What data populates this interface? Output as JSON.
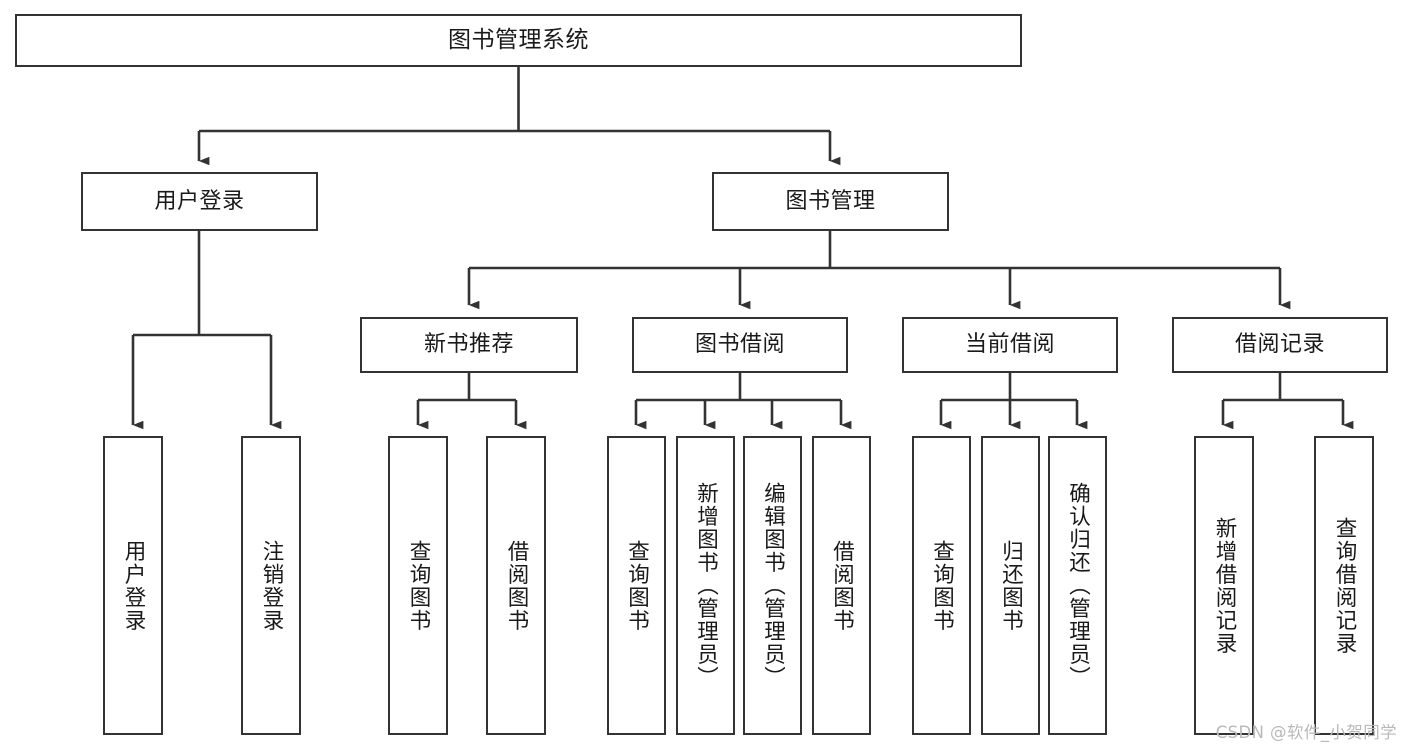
{
  "diagram": {
    "title": "图书管理系统",
    "type": "tree-hierarchy-chart",
    "watermark": "CSDN @软件_小贺同学",
    "colors": {
      "background": "#ffffff",
      "stroke": "#333333",
      "text": "#1a1a1a",
      "watermark": "#b9b9b9"
    },
    "nodes": {
      "root": {
        "label": "图书管理系统"
      },
      "level1": [
        {
          "label": "用户登录"
        },
        {
          "label": "图书管理"
        }
      ],
      "level2": [
        {
          "label": "新书推荐"
        },
        {
          "label": "图书借阅"
        },
        {
          "label": "当前借阅"
        },
        {
          "label": "借阅记录"
        }
      ],
      "leaves": {
        "user_login": [
          {
            "label": "用户登录"
          },
          {
            "label": "注销登录"
          }
        ],
        "new_book_recommend": [
          {
            "label": "查询图书"
          },
          {
            "label": "借阅图书"
          }
        ],
        "book_borrow": [
          {
            "label": "查询图书"
          },
          {
            "label": "新增图书（管理员）"
          },
          {
            "label": "编辑图书（管理员）"
          },
          {
            "label": "借阅图书"
          }
        ],
        "current_borrow": [
          {
            "label": "查询图书"
          },
          {
            "label": "归还图书"
          },
          {
            "label": "确认归还（管理员）"
          }
        ],
        "borrow_record": [
          {
            "label": "新增借阅记录"
          },
          {
            "label": "查询借阅记录"
          }
        ]
      }
    }
  }
}
